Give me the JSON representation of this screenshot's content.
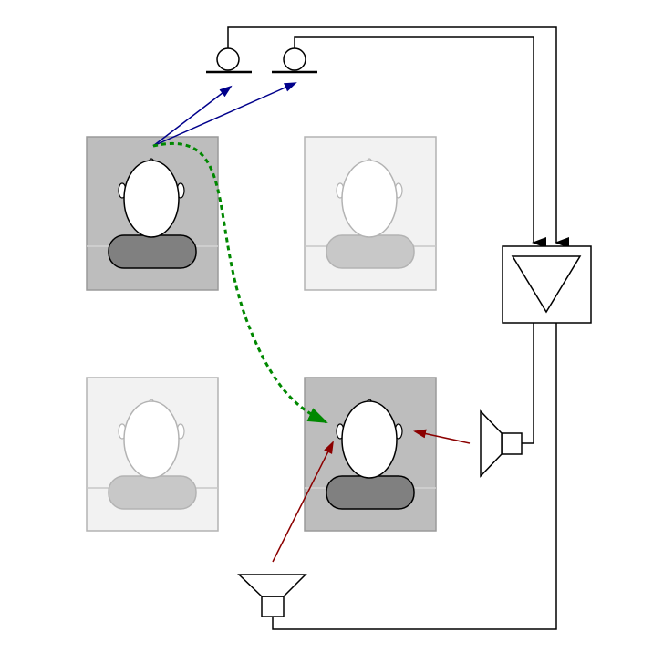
{
  "colors": {
    "background": "#ffffff",
    "active_panel": "#bdbdbd",
    "inactive_panel": "#f2f2f2",
    "inactive_stroke": "#b3b3b3",
    "head_fill": "#ffffff",
    "shoulders_active": "#808080",
    "shoulders_inactive": "#c8c8c8",
    "wire": "#000000",
    "pickup_arrow": "#00008b",
    "direct_path": "#008800",
    "speaker_arrow": "#8b0000"
  },
  "listeners": [
    {
      "id": "top-left",
      "state": "talker"
    },
    {
      "id": "top-right",
      "state": "inactive"
    },
    {
      "id": "bottom-left",
      "state": "inactive"
    },
    {
      "id": "bottom-right",
      "state": "listener"
    }
  ],
  "components": [
    {
      "id": "microphone-1",
      "icon": "microphone-icon"
    },
    {
      "id": "microphone-2",
      "icon": "microphone-icon"
    },
    {
      "id": "amplifier",
      "icon": "amplifier-triangle-icon"
    },
    {
      "id": "loudspeaker-right",
      "icon": "speaker-icon"
    },
    {
      "id": "loudspeaker-bottom",
      "icon": "speaker-icon"
    }
  ]
}
